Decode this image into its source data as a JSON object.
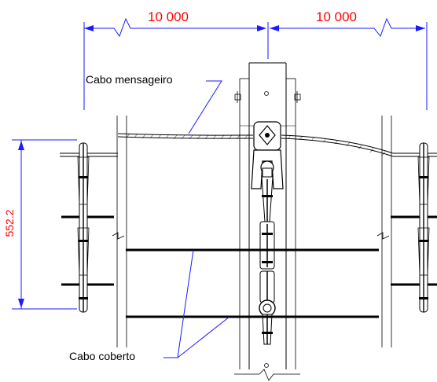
{
  "dimensions": {
    "span_left": "10 000",
    "span_right": "10 000",
    "vertical_spacing": "552.2"
  },
  "labels": {
    "messenger_cable": "Cabo mensageiro",
    "covered_cable": "Cabo coberto"
  },
  "colors": {
    "dimension_line": "#1a1aff",
    "dimension_text": "#ff0000",
    "drawing": "#000000"
  }
}
